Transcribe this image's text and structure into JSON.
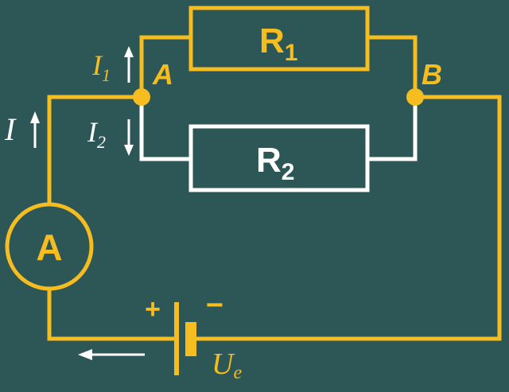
{
  "resistors": {
    "r1": {
      "letter": "R",
      "sub": "1"
    },
    "r2": {
      "letter": "R",
      "sub": "2"
    }
  },
  "nodes": {
    "a": "A",
    "b": "B"
  },
  "ammeter": {
    "label": "A"
  },
  "currents": {
    "total": {
      "symbol": "I",
      "direction": "up"
    },
    "i1": {
      "symbol": "I",
      "sub": "1",
      "direction": "up"
    },
    "i2": {
      "symbol": "I",
      "sub": "2",
      "direction": "down"
    }
  },
  "battery": {
    "plus": "+",
    "minus": "−",
    "voltage_symbol": "U",
    "voltage_sub": "e"
  },
  "colors": {
    "background": "#2d5656",
    "wire_yellow": "#f5bd1f",
    "wire_white": "#ffffff"
  },
  "icons": {
    "current_arrow": "arrow-icon",
    "node_dot": "junction-dot"
  }
}
